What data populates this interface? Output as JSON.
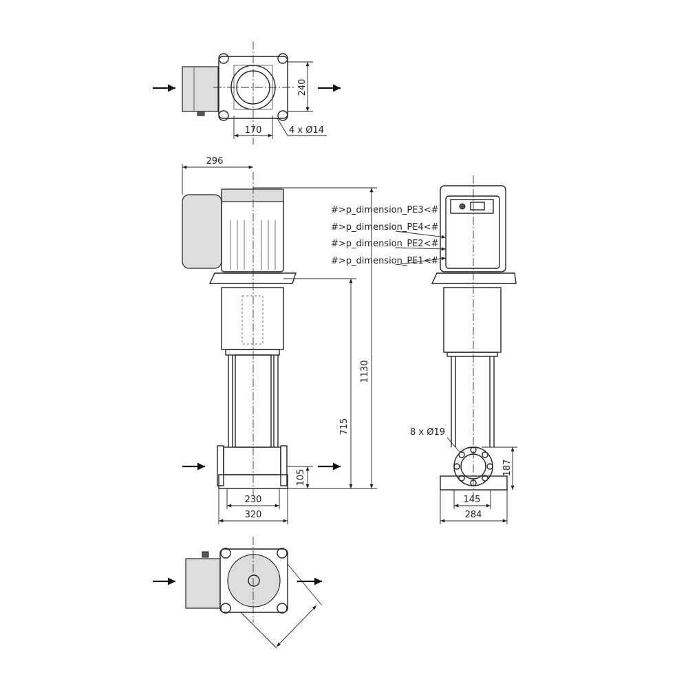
{
  "top_view": {
    "dim_width": "240",
    "dim_bolt_spacing": "170",
    "dim_holes": "4 x Ø14"
  },
  "front_view": {
    "dim_motor_offset": "296",
    "dim_total_height": "1130",
    "dim_flange_height": "715",
    "dim_inlet_height": "105",
    "dim_flange_spacing": "230",
    "dim_base_width": "320"
  },
  "side_view": {
    "pe_labels": [
      "#>p_dimension_PE3<#",
      "#>p_dimension_PE4<#",
      "#>p_dimension_PE2<#",
      "#>p_dimension_PE1<#"
    ],
    "dim_holes": "8 x Ø19",
    "dim_base_height": "187",
    "dim_hole_spacing": "145",
    "dim_base_width": "284"
  },
  "colors": {
    "line": "#222222",
    "background": "#ffffff"
  }
}
